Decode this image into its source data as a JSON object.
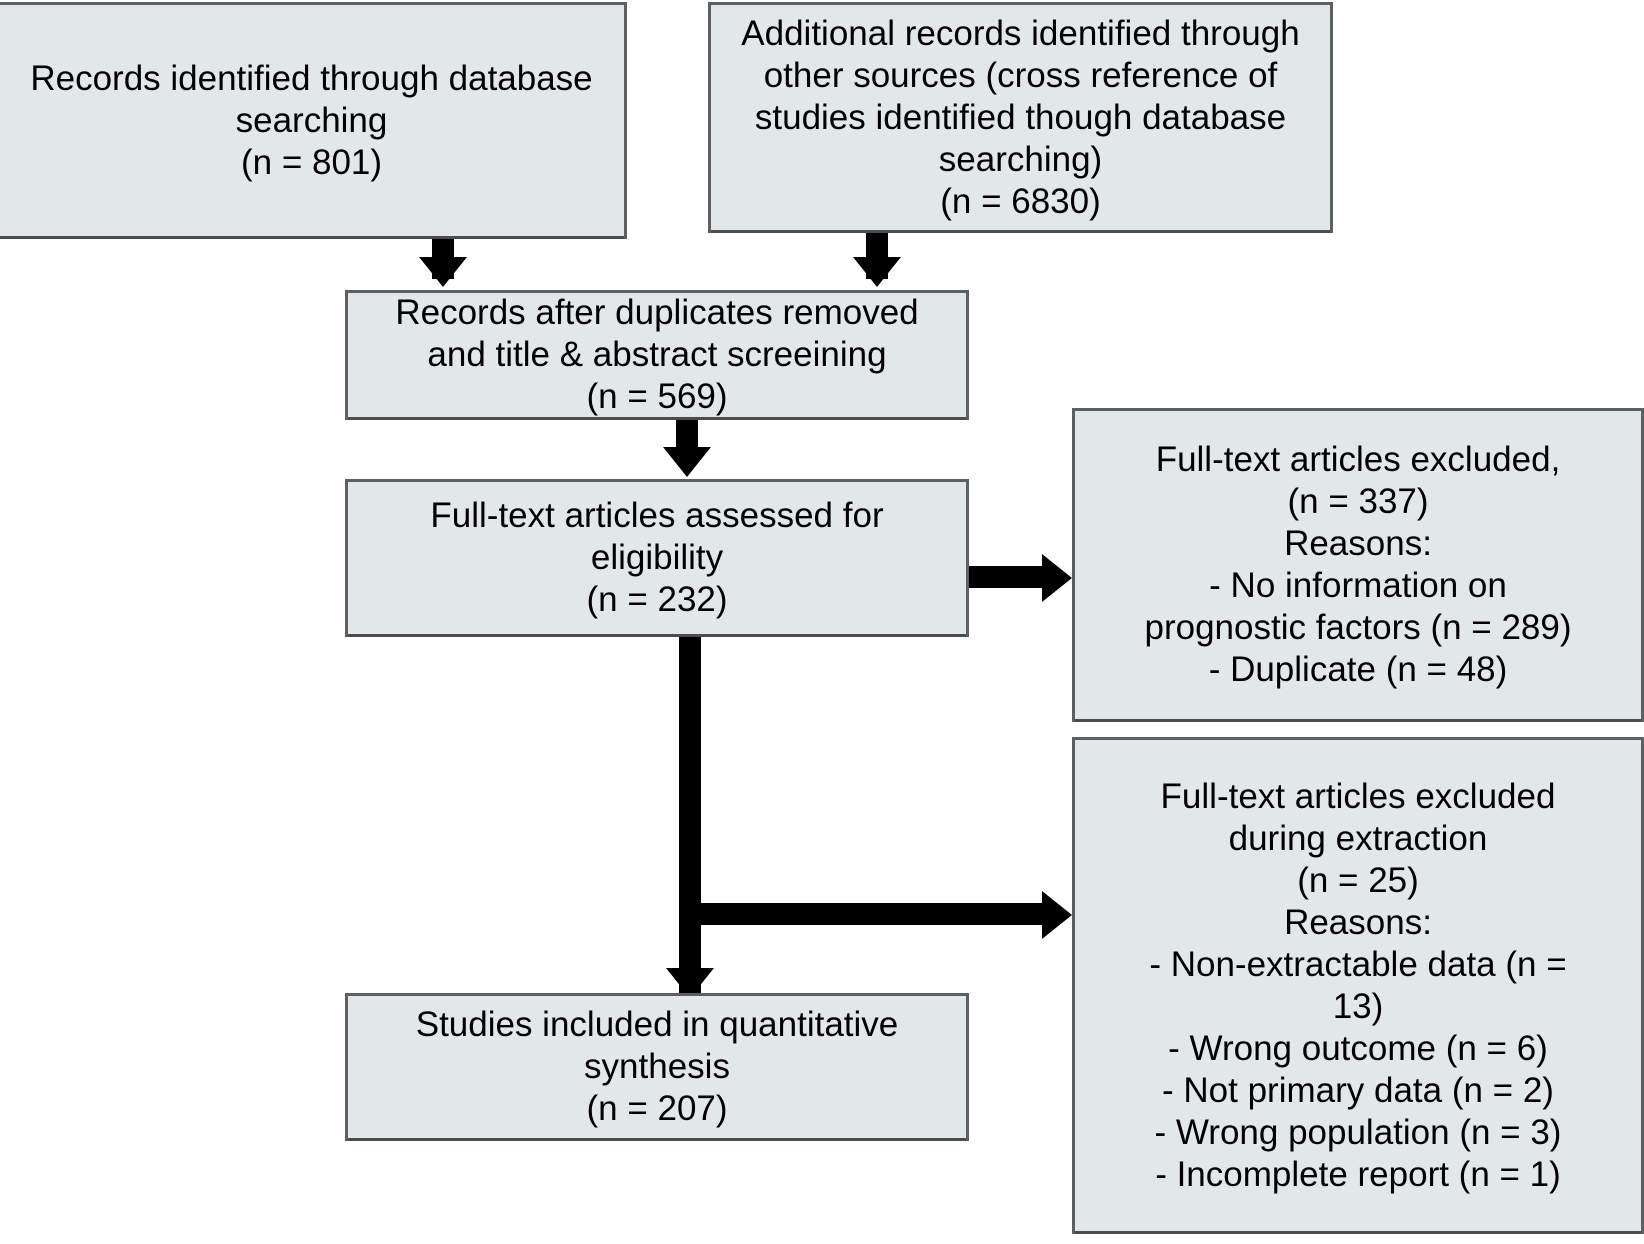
{
  "diagram": {
    "type": "prisma-flow-diagram",
    "title": "",
    "colors": {
      "box_fill": "#e2e7ea",
      "box_border": "#5d5f61",
      "connector": "#000000",
      "text": "#000000"
    }
  },
  "boxes": {
    "database_searching": {
      "name": "records-identified-database",
      "text": "Records identified through database\nsearching\n(n = 801)",
      "n": 801
    },
    "other_sources": {
      "name": "additional-records-other-sources",
      "text": "Additional records identified through\nother sources (cross reference of\nstudies identified though database\nsearching)\n(n = 6830)",
      "n": 6830
    },
    "after_duplicates": {
      "name": "records-after-duplicates",
      "text": "Records after duplicates removed\nand title & abstract screeining\n(n = 569)",
      "n": 569
    },
    "full_text_assessed": {
      "name": "full-text-assessed-eligibility",
      "text": "Full-text articles assessed for\neligibility\n(n =  232)",
      "n": 232
    },
    "excluded_screening": {
      "name": "full-text-excluded-screening",
      "text": "Full-text articles excluded,\n(n = 337)\nReasons:\n- No information on\nprognostic factors (n = 289)\n- Duplicate (n = 48)",
      "n": 337,
      "reasons": [
        {
          "label": "No information on prognostic factors",
          "n": 289
        },
        {
          "label": "Duplicate",
          "n": 48
        }
      ]
    },
    "excluded_extraction": {
      "name": "full-text-excluded-extraction",
      "text": "Full-text articles excluded\nduring extraction\n(n = 25)\nReasons:\n- Non-extractable data (n =\n13)\n- Wrong outcome (n = 6)\n- Not primary data (n = 2)\n- Wrong population (n = 3)\n- Incomplete report (n = 1)",
      "n": 25,
      "reasons": [
        {
          "label": "Non-extractable data",
          "n": 13
        },
        {
          "label": "Wrong outcome",
          "n": 6
        },
        {
          "label": "Not primary data",
          "n": 2
        },
        {
          "label": "Wrong population",
          "n": 3
        },
        {
          "label": "Incomplete report",
          "n": 1
        }
      ]
    },
    "included_synthesis": {
      "name": "studies-included-quantitative-synthesis",
      "text": "Studies included in quantitative\nsynthesis\n(n =  207)",
      "n": 207
    }
  },
  "chart_data": {
    "type": "diagram",
    "title": "PRISMA study selection flow",
    "nodes": [
      {
        "id": "database_searching",
        "label": "Records identified through database searching",
        "n": 801
      },
      {
        "id": "other_sources",
        "label": "Additional records identified through other sources (cross reference of studies identified though database searching)",
        "n": 6830
      },
      {
        "id": "after_duplicates",
        "label": "Records after duplicates removed and title & abstract screeining",
        "n": 569
      },
      {
        "id": "full_text_assessed",
        "label": "Full-text articles assessed for eligibility",
        "n": 232
      },
      {
        "id": "excluded_screening",
        "label": "Full-text articles excluded",
        "n": 337
      },
      {
        "id": "excluded_extraction",
        "label": "Full-text articles excluded during extraction",
        "n": 25
      },
      {
        "id": "included_synthesis",
        "label": "Studies included in quantitative synthesis",
        "n": 207
      }
    ],
    "edges": [
      {
        "from": "database_searching",
        "to": "after_duplicates"
      },
      {
        "from": "other_sources",
        "to": "after_duplicates"
      },
      {
        "from": "after_duplicates",
        "to": "full_text_assessed"
      },
      {
        "from": "full_text_assessed",
        "to": "excluded_screening"
      },
      {
        "from": "full_text_assessed",
        "to": "excluded_extraction"
      },
      {
        "from": "full_text_assessed",
        "to": "included_synthesis"
      }
    ]
  }
}
